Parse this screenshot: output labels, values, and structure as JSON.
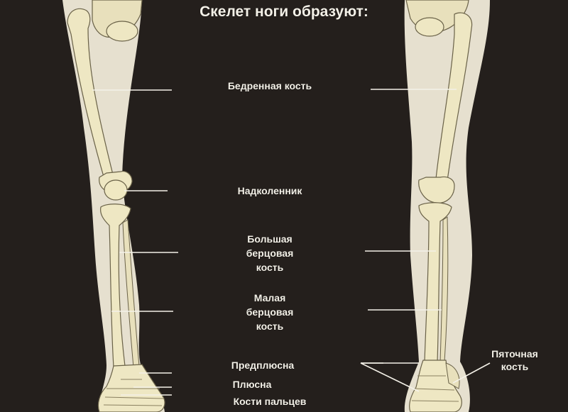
{
  "title": "Скелет ноги образуют:",
  "labels": {
    "femur": "Бедренная кость",
    "patella": "Надколенник",
    "tibia": [
      "Большая",
      "берцовая",
      "кость"
    ],
    "fibula": [
      "Малая",
      "берцовая",
      "кость"
    ],
    "tarsus": "Предплюсна",
    "metatarsus": "Плюсна",
    "phalanges": "Кости пальцев",
    "heel": [
      "Пяточная",
      "кость"
    ]
  },
  "colors": {
    "background": "#231e1b",
    "bone": "#ece6c4",
    "leg_silhouette": "#e7e1d0",
    "line": "#f4f1e8"
  }
}
